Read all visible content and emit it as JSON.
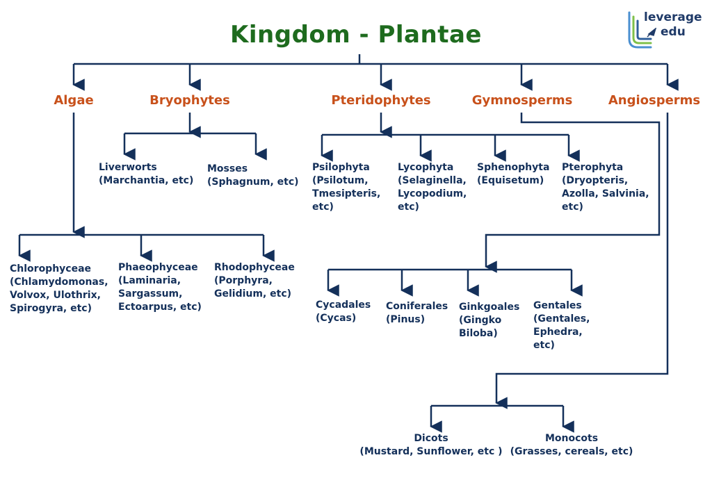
{
  "title": "Kingdom - Plantae",
  "logo": {
    "line1": "leverage",
    "line2": "edu"
  },
  "groups": {
    "algae": "Algae",
    "bryophytes": "Bryophytes",
    "pteridophytes": "Pteridophytes",
    "gymnosperms": "Gymnosperms",
    "angiosperms": "Angiosperms"
  },
  "algae_classes": [
    "Chlorophyceae\n(Chlamydomonas,\nVolvox, Ulothrix,\nSpirogyra, etc)",
    "Phaeophyceae\n(Laminaria,\nSargassum,\nEctoarpus, etc)",
    "Rhodophyceae\n(Porphyra,\nGelidium, etc)"
  ],
  "bryophyte_classes": [
    "Liverworts\n(Marchantia, etc)",
    "Mosses\n(Sphagnum, etc)"
  ],
  "pteridophyte_classes": [
    "Psilophyta\n(Psilotum,\nTmesipteris,\netc)",
    "Lycophyta\n(Selaginella,\nLycopodium,\netc)",
    "Sphenophyta\n(Equisetum)",
    "Pterophyta\n(Dryopteris,\nAzolla, Salvinia,\netc)"
  ],
  "gymnosperm_classes": [
    "Cycadales\n(Cycas)",
    "Coniferales\n(Pinus)",
    "Ginkgoales\n(Gingko\nBiloba)",
    "Gentales\n(Gentales,\nEphedra,\netc)"
  ],
  "angiosperm_classes": [
    "Dicots\n(Mustard, Sunflower, etc )",
    "Monocots\n(Grasses, cereals, etc)"
  ],
  "colors": {
    "title": "#1e6b1e",
    "group": "#c8511b",
    "text": "#14305a",
    "lines": "#14305a"
  }
}
